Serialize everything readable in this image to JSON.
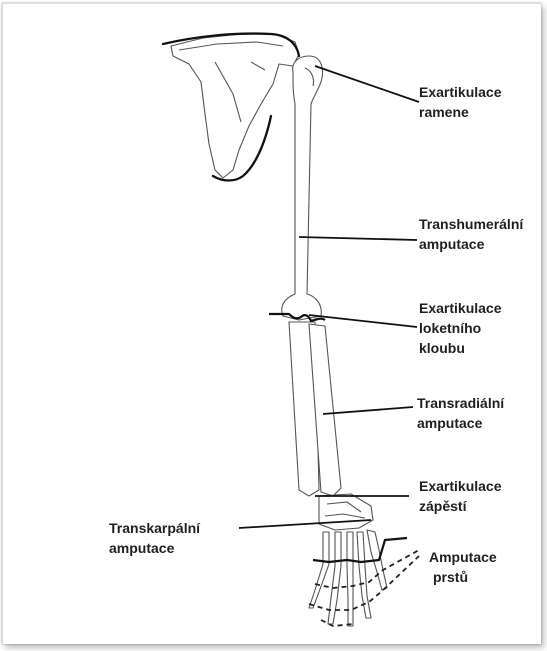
{
  "labels": {
    "shoulder_1": "Exartikulace",
    "shoulder_2": "ramene",
    "transhumeral_1": "Transhumerální",
    "transhumeral_2": "amputace",
    "elbow_1": "Exartikulace",
    "elbow_2": "loketního",
    "elbow_3": "kloubu",
    "transradial_1": "Transradiální",
    "transradial_2": "amputace",
    "wrist_1": "Exartikulace",
    "wrist_2": "zápěstí",
    "transcarpal_1": "Transkarpální",
    "transcarpal_2": "amputace",
    "fingers_1": "Amputace",
    "fingers_2": "prstů"
  },
  "colors": {
    "label_text": "#1f1f1f",
    "line": "#111111",
    "bone_outline": "#555555",
    "background": "#ffffff"
  }
}
